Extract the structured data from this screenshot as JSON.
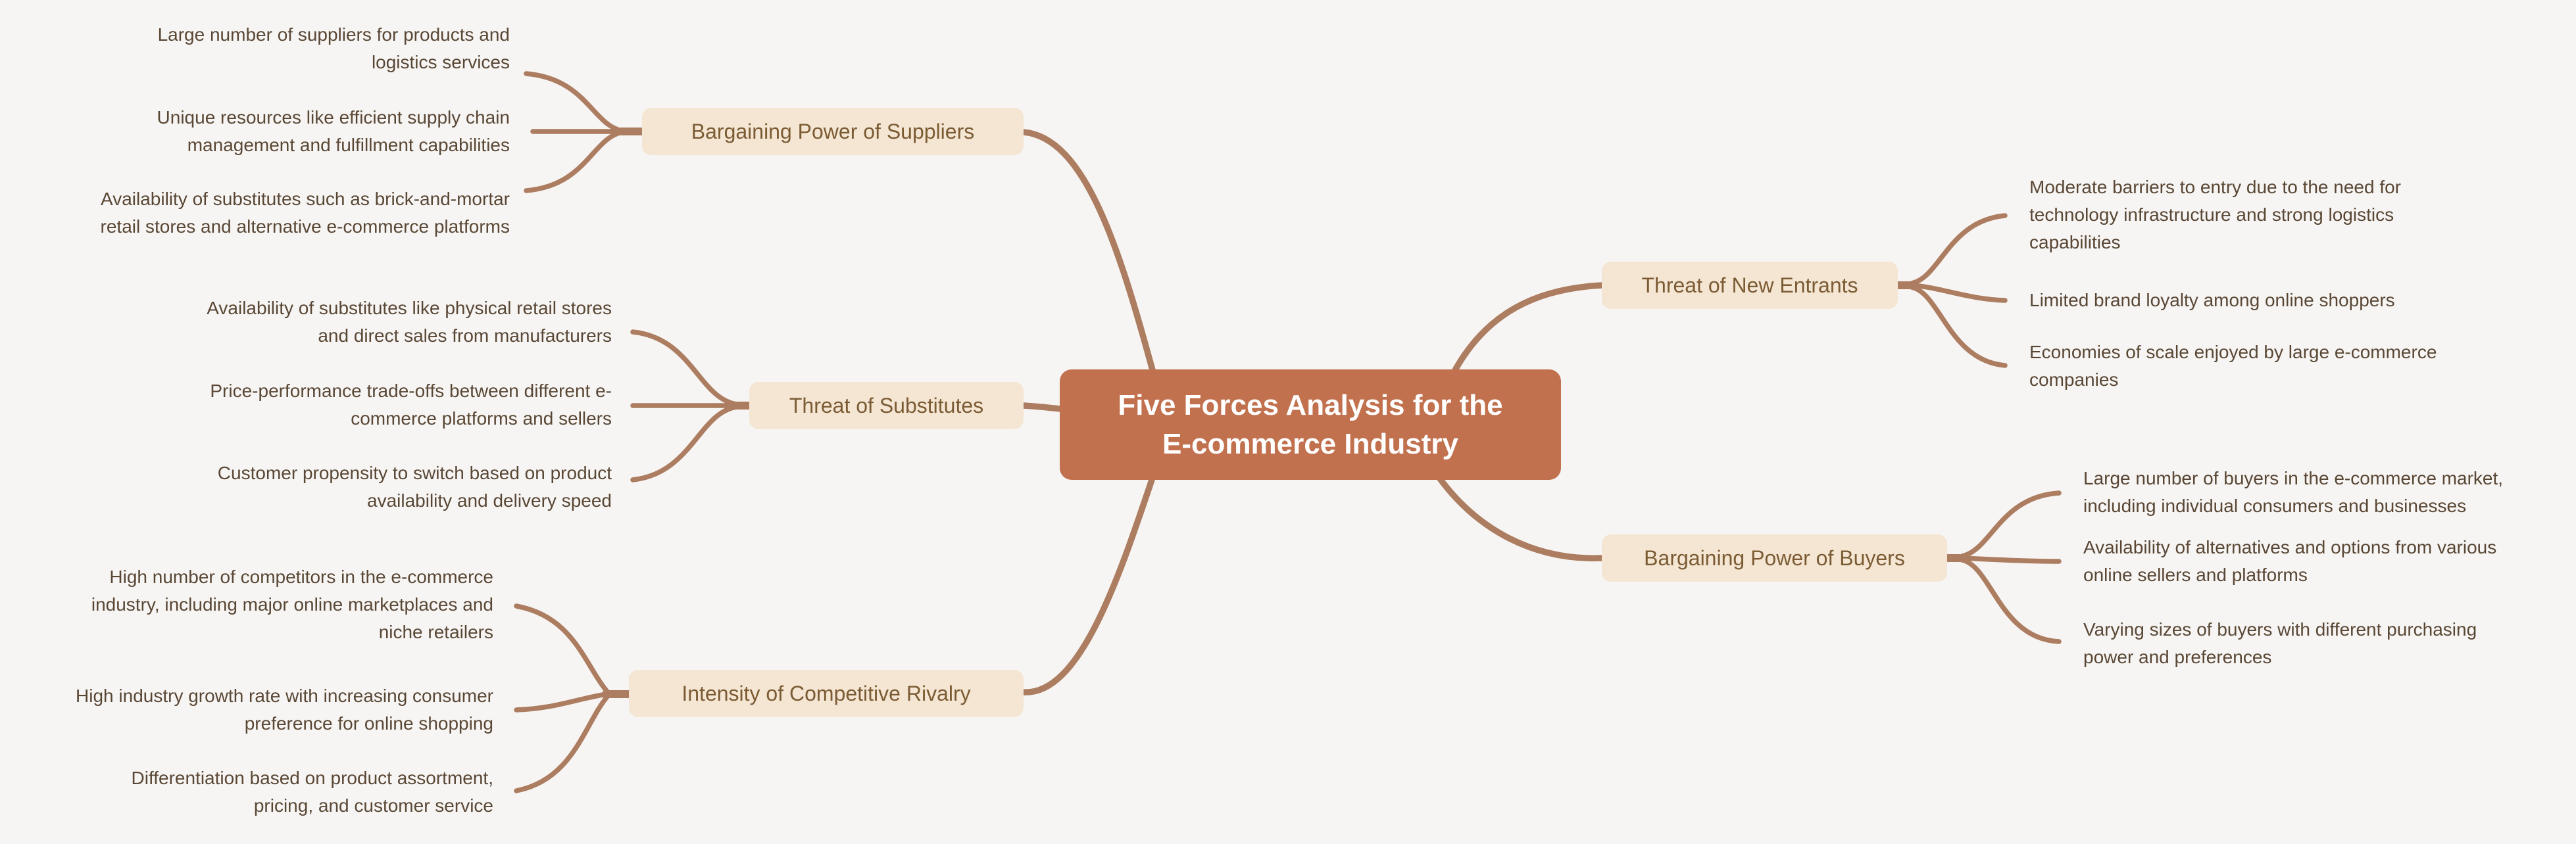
{
  "colors": {
    "background": "#F7F5F3",
    "line": "#AC7D60",
    "root_bg": "#C1714E",
    "root_text": "#FFFFFF",
    "branch_bg": "#F4E6D3",
    "branch_text": "#7B5B33",
    "leaf_text": "#594735"
  },
  "mindmap": {
    "root": {
      "lines": [
        "Five Forces Analysis for the",
        "E-commerce Industry"
      ]
    },
    "branches": [
      {
        "label": "Bargaining Power of Suppliers",
        "side": "left",
        "leaves": [
          {
            "lines": [
              "Large number of suppliers for products and",
              "logistics services"
            ]
          },
          {
            "lines": [
              "Unique resources like efficient supply chain",
              "management and fulfillment capabilities"
            ]
          },
          {
            "lines": [
              "Availability of substitutes such as brick-and-mortar",
              "retail stores and alternative e-commerce platforms"
            ]
          }
        ]
      },
      {
        "label": "Threat of Substitutes",
        "side": "left",
        "leaves": [
          {
            "lines": [
              "Availability of substitutes like physical retail stores",
              "and direct sales from manufacturers"
            ]
          },
          {
            "lines": [
              "Price-performance trade-offs between different e-",
              "commerce platforms and sellers"
            ]
          },
          {
            "lines": [
              "Customer propensity to switch based on product",
              "availability and delivery speed"
            ]
          }
        ]
      },
      {
        "label": "Intensity of Competitive Rivalry",
        "side": "left",
        "leaves": [
          {
            "lines": [
              "High number of competitors in the e-commerce",
              "industry, including major online marketplaces and",
              "niche retailers"
            ]
          },
          {
            "lines": [
              "High industry growth rate with increasing consumer",
              "preference for online shopping"
            ]
          },
          {
            "lines": [
              "Differentiation based on product assortment,",
              "pricing, and customer service"
            ]
          }
        ]
      },
      {
        "label": "Threat of New Entrants",
        "side": "right",
        "leaves": [
          {
            "lines": [
              "Moderate barriers to entry due to the need for",
              "technology infrastructure and strong logistics",
              "capabilities"
            ]
          },
          {
            "lines": [
              "Limited brand loyalty among online shoppers"
            ]
          },
          {
            "lines": [
              "Economies of scale enjoyed by large e-commerce",
              "companies"
            ]
          }
        ]
      },
      {
        "label": "Bargaining Power of Buyers",
        "side": "right",
        "leaves": [
          {
            "lines": [
              "Large number of buyers in the e-commerce market,",
              "including individual consumers and businesses"
            ]
          },
          {
            "lines": [
              "Availability of alternatives and options from various",
              "online sellers and platforms"
            ]
          },
          {
            "lines": [
              "Varying sizes of buyers with different purchasing",
              "power and preferences"
            ]
          }
        ]
      }
    ]
  }
}
